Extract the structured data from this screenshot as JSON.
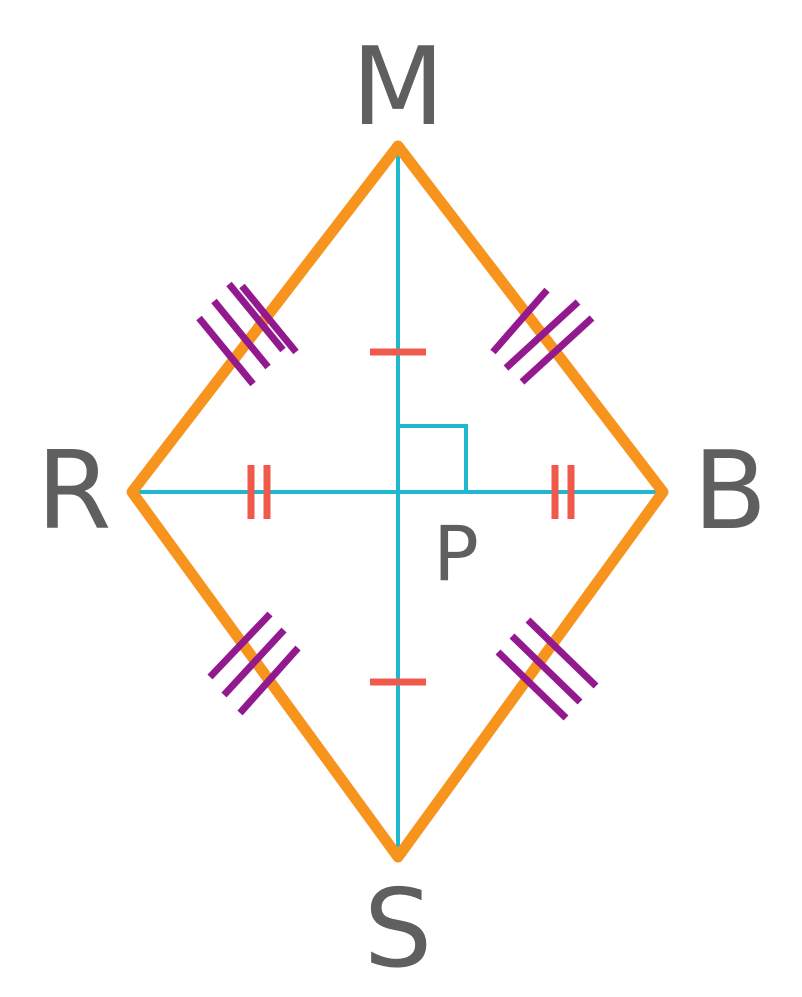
{
  "diagram": {
    "labels": {
      "top": "M",
      "left": "R",
      "right": "B",
      "bottom": "S",
      "center": "P"
    },
    "colors": {
      "sides": "#f7941d",
      "diagonals": "#1fb8d0",
      "diagonal_tick_marks": "#ef5a4c",
      "side_tick_marks": "#93198f",
      "right_angle_marker": "#1fb8d0",
      "label_text": "#5f5f5f"
    }
  }
}
